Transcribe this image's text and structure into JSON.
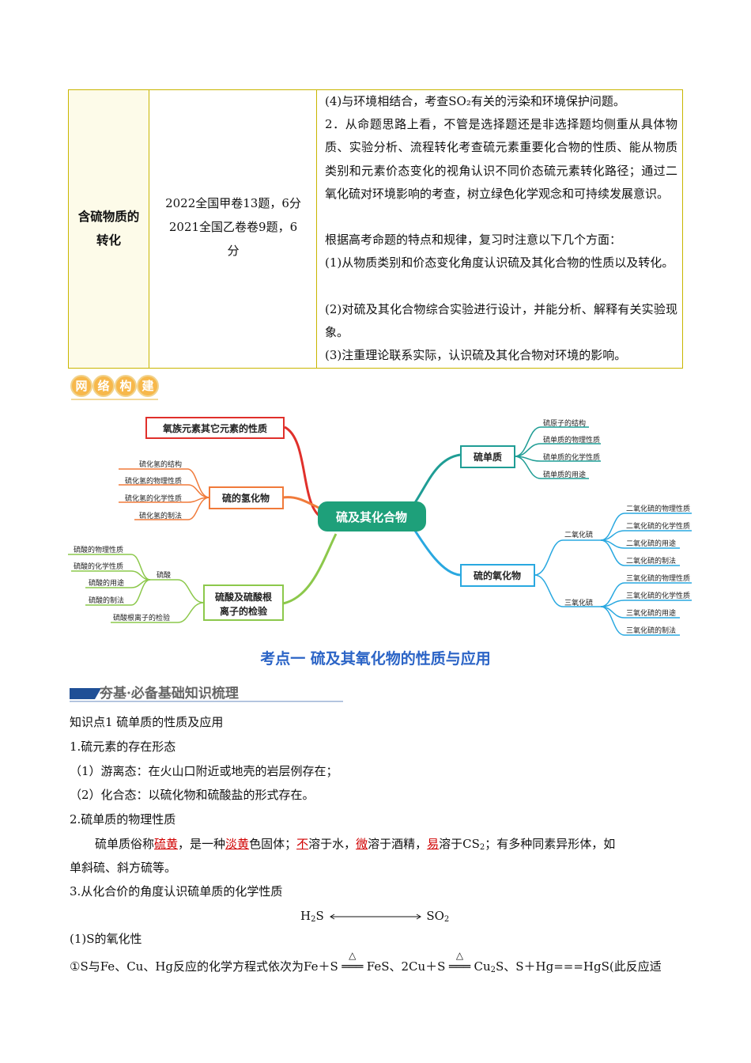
{
  "table": {
    "topic": [
      "含硫物质的",
      "转化"
    ],
    "exams": [
      "2022全国甲卷13题，6分",
      "2021全国乙卷卷9题，6",
      "分"
    ],
    "lines": [
      "(4)与环境相结合，考查SO₂有关的污染和环境保护问题。",
      "2．从命题思路上看，不管是选择题还是非选择题均侧重从具体物质、实验分析、流程转化考查硫元素重要化合物的性质、能从物质类别和元素价态变化的视角认识不同价态硫元素转化路径；通过二氧化硫对环境影响的考查，树立绿色化学观念和可持续发展意识。",
      "根据高考命题的特点和规律，复习时注意以下几个方面：",
      "(1)从物质类别和价态变化角度认识硫及其化合物的性质以及转化。",
      "(2)对硫及其化合物综合实验进行设计，并能分析、解释有关实验现象。",
      "(3)注重理论联系实际，认识硫及其化合物对环境的影响。"
    ]
  },
  "banner": [
    "网",
    "络",
    "构",
    "建"
  ],
  "mindmap": {
    "center": "硫及其化合物",
    "oxygen_group": "氧族元素其它元素的性质",
    "hydride": {
      "label": "硫的氢化物",
      "items": [
        "硫化氢的结构",
        "硫化氢的物理性质",
        "硫化氢的化学性质",
        "硫化氢的制法"
      ]
    },
    "acid": {
      "label": [
        "硫酸及硫酸根",
        "离子的检验"
      ],
      "sub": "硫酸",
      "items": [
        "硫酸的物理性质",
        "硫酸的化学性质",
        "硫酸的用途",
        "硫酸的制法"
      ],
      "extra": "硫酸根离子的检验"
    },
    "element": {
      "label": "硫单质",
      "items": [
        "硫原子的结构",
        "硫单质的物理性质",
        "硫单质的化学性质",
        "硫单质的用途"
      ]
    },
    "oxide": {
      "label": "硫的氧化物",
      "so2": {
        "label": "二氧化硫",
        "items": [
          "二氧化硫的物理性质",
          "二氧化硫的化学性质",
          "二氧化硫的用途",
          "二氧化硫的制法"
        ]
      },
      "so3": {
        "label": "三氧化硫",
        "items": [
          "三氧化硫的物理性质",
          "三氧化硫的化学性质",
          "三氧化硫的用途",
          "三氧化硫的制法"
        ]
      }
    }
  },
  "heading": "考点一  硫及其氧化物的性质与应用",
  "section_bar": "夯基·必备基础知识梳理",
  "body": {
    "kp1": "知识点1  硫单质的性质及应用",
    "h1": "1.硫元素的存在形态",
    "p1": "（1）游离态：在火山口附近或地壳的岩层例存在；",
    "p2": "（2）化合态：以硫化物和硫酸盐的形式存在。",
    "h2": "2.硫单质的物理性质",
    "phys": [
      "硫单质俗称",
      "硫黄",
      "，是一种",
      "淡黄",
      "色固体；",
      "不",
      "溶于水，",
      "微",
      "溶于酒精，",
      "易",
      "溶于CS",
      "2",
      "；有多种同素异形体，如"
    ],
    "phys2": "单斜硫、斜方硫等。",
    "h3": "3.从化合价的角度认识硫单质的化学性质",
    "arrow_left": "H",
    "arrow_left_sub": "2",
    "arrow_left_tail": "S",
    "arrow_right": "SO",
    "arrow_right_sub": "2",
    "h4": "(1)S的氧化性",
    "eq": [
      "①S与Fe、Cu、Hg反应的化学方程式依次为Fe＋S",
      "FeS、2Cu＋S",
      "Cu",
      "2",
      "S、S＋Hg===HgS(此反应适"
    ],
    "delta": "△"
  }
}
